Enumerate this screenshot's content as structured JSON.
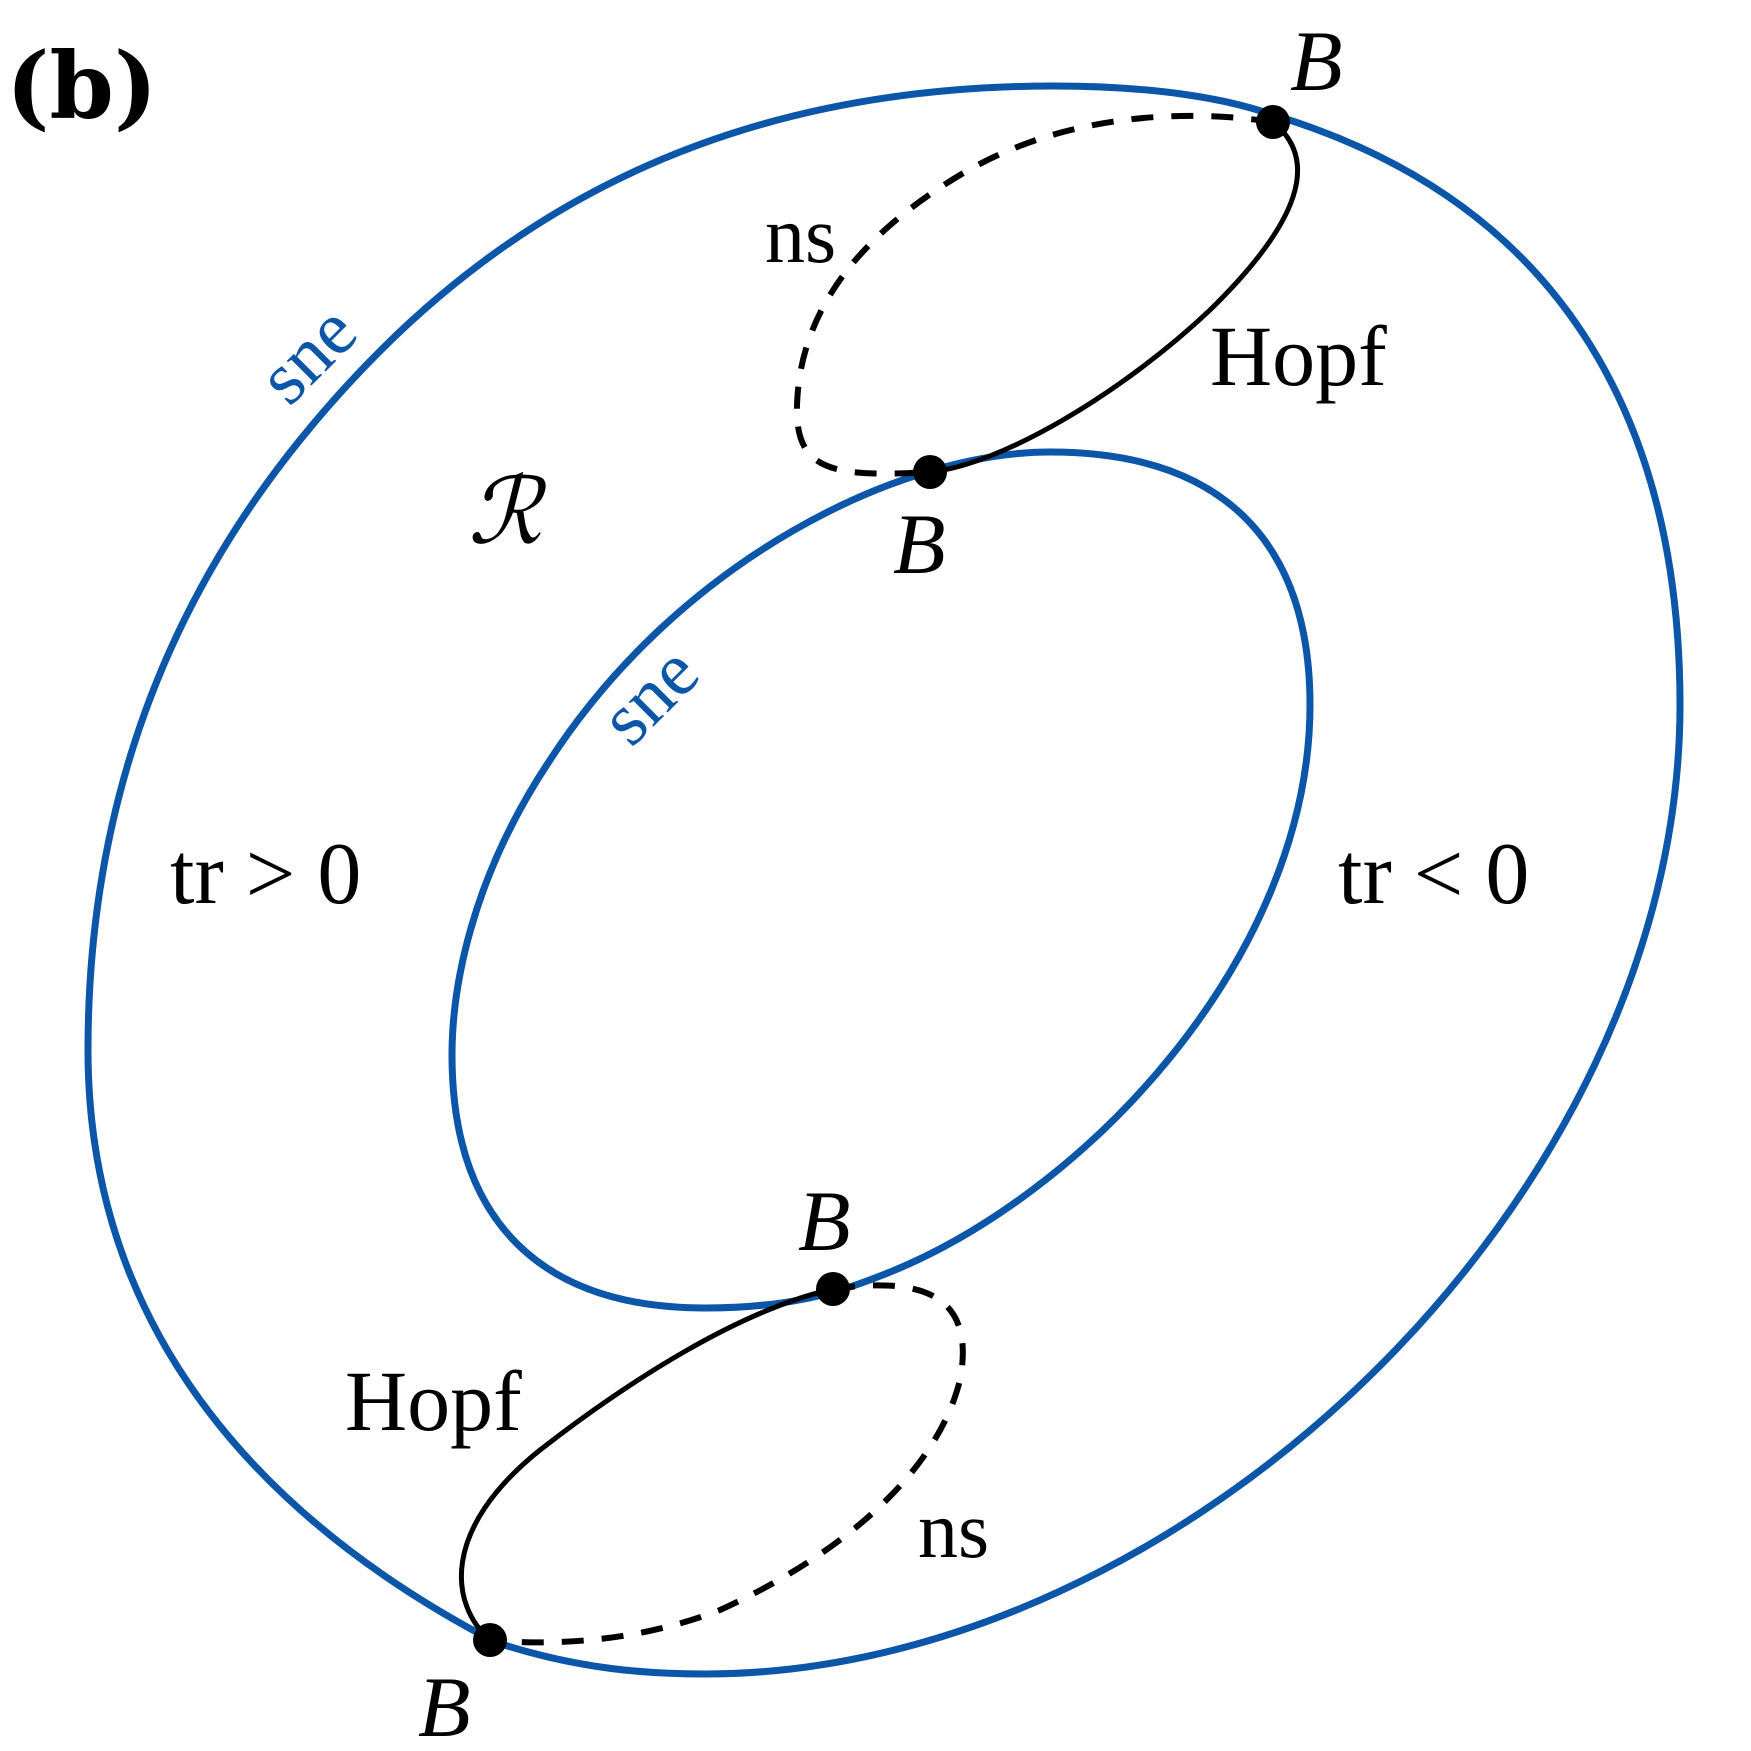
{
  "panel_label": "(b)",
  "labels": {
    "sne_outer": "sne",
    "sne_inner": "sne",
    "ns_top": "ns",
    "ns_bottom": "ns",
    "hopf_top": "Hopf",
    "hopf_bottom": "Hopf",
    "region_R": "ℛ",
    "tr_pos": "tr > 0",
    "tr_neg": "tr < 0",
    "b_top_right": "B",
    "b_top_mid": "B",
    "b_bottom_mid": "B",
    "b_bottom_left": "B"
  },
  "colors": {
    "sne": "#0b56a8",
    "line": "#000000"
  }
}
